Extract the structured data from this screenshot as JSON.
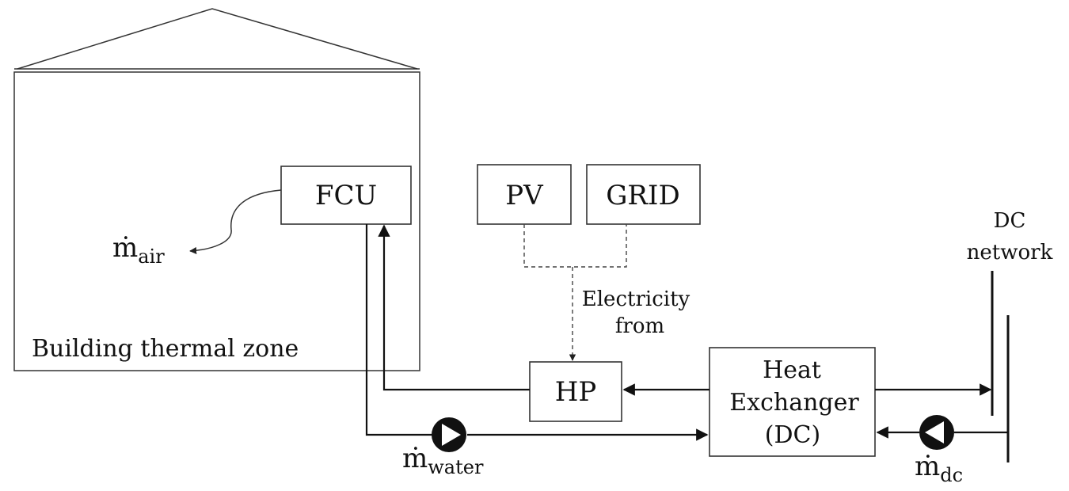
{
  "building": {
    "label": "Building thermal zone"
  },
  "fcu": {
    "label": "FCU"
  },
  "pv": {
    "label": "PV"
  },
  "grid": {
    "label": "GRID"
  },
  "hp": {
    "label": "HP"
  },
  "electricity": {
    "line1": "Electricity",
    "line2": "from"
  },
  "heat_exchanger": {
    "line1": "Heat",
    "line2": "Exchanger",
    "line3": "(DC)"
  },
  "dc_network": {
    "line1": "DC",
    "line2": "network"
  },
  "flows": {
    "air": {
      "symbol": "ṁ",
      "subscript": "air"
    },
    "water": {
      "symbol": "ṁ",
      "subscript": "water"
    },
    "dc": {
      "symbol": "ṁ",
      "subscript": "dc"
    }
  },
  "colors": {
    "stroke": "#111111",
    "background": "#ffffff"
  }
}
